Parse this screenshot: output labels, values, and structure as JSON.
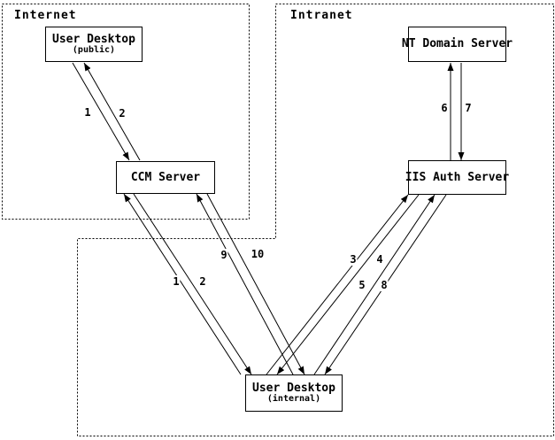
{
  "diagram": {
    "regions": {
      "internet": {
        "label": "Internet"
      },
      "intranet": {
        "label": "Intranet"
      }
    },
    "nodes": {
      "user_desktop_public": {
        "title": "User Desktop",
        "subtitle": "(public)"
      },
      "ccm_server": {
        "title": "CCM Server"
      },
      "nt_domain_server": {
        "title": "NT Domain Server"
      },
      "iis_auth_server": {
        "title": "IIS Auth Server"
      },
      "user_desktop_internal": {
        "title": "User Desktop",
        "subtitle": "(internal)"
      }
    },
    "flow_labels": {
      "f1_public": "1",
      "f2_public": "2",
      "f1_internal": "1",
      "f2_internal": "2",
      "f3": "3",
      "f4": "4",
      "f5": "5",
      "f6": "6",
      "f7": "7",
      "f8": "8",
      "f9": "9",
      "f10": "10"
    },
    "colors": {
      "line": "#000000",
      "background": "#ffffff",
      "text": "#000000"
    }
  }
}
